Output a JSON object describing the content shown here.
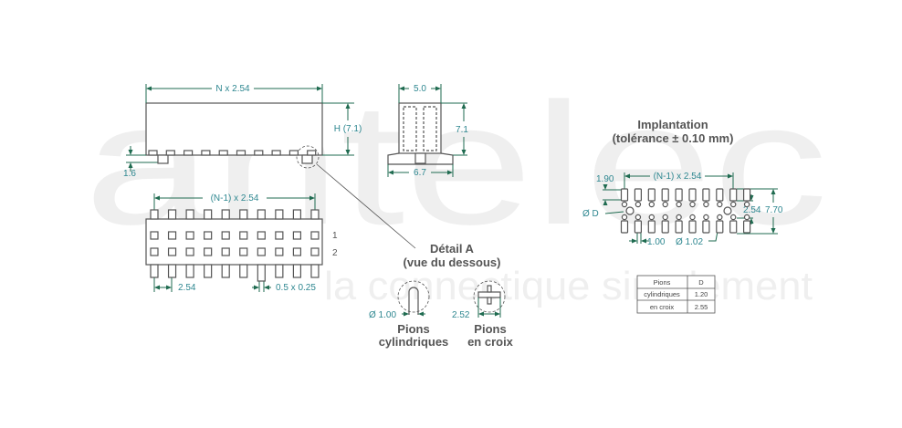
{
  "watermark": {
    "brand": "antelec",
    "tagline": "la connectique simplement"
  },
  "front_view": {
    "width_dim": "N x 2.54",
    "height_dim": "H (7.1)",
    "standoff_dim": "1.6"
  },
  "side_view": {
    "width_dim": "5.0",
    "height_dim": "7.1",
    "base_dim": "6.7"
  },
  "bottom_view": {
    "span_dim": "(N-1) x 2.54",
    "row_labels": [
      "1",
      "2"
    ],
    "pitch_dim": "2.54",
    "pin_dim": "0.5 x 0.25"
  },
  "detail": {
    "title": "Détail A",
    "subtitle": "(vue du dessous)",
    "cyl": {
      "dim": "Ø 1.00",
      "label_1": "Pions",
      "label_2": "cylindriques"
    },
    "cross": {
      "dim": "2.52",
      "label_1": "Pions",
      "label_2": "en croix"
    }
  },
  "footprint": {
    "title": "Implantation",
    "subtitle": "(tolérance ± 0.10 mm)",
    "span_dim": "(N-1) x 2.54",
    "pad_dim": "1.90",
    "peg_dim": "Ø D",
    "row_pitch": "2.54",
    "row_span": "7.70",
    "pad_width": "1.00",
    "hole_dim": "Ø 1.02"
  },
  "table": {
    "headers": [
      "Pions",
      "D"
    ],
    "rows": [
      [
        "cylindriques",
        "1.20"
      ],
      [
        "en croix",
        "2.55"
      ]
    ]
  },
  "colors": {
    "dimension": "#1f6b50",
    "dimension_text": "#2e8790",
    "outline": "#555555"
  }
}
